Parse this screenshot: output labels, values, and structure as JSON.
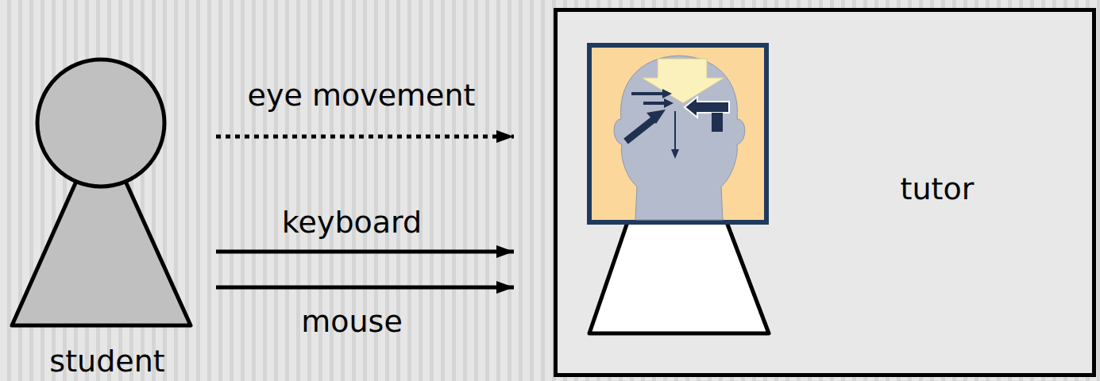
{
  "diagram": {
    "nodes": [
      {
        "text": [
          "student"
        ]
      },
      {
        "text": [
          "tutor"
        ]
      }
    ],
    "edges": [
      {
        "from": 0,
        "to": 1,
        "arrow": "to",
        "label": "eye movement"
      },
      {
        "from": 0,
        "to": 1,
        "arrow": "to",
        "label": "keyboard"
      },
      {
        "from": 0,
        "to": 1,
        "arrow": "to",
        "label": "mouse"
      }
    ]
  }
}
